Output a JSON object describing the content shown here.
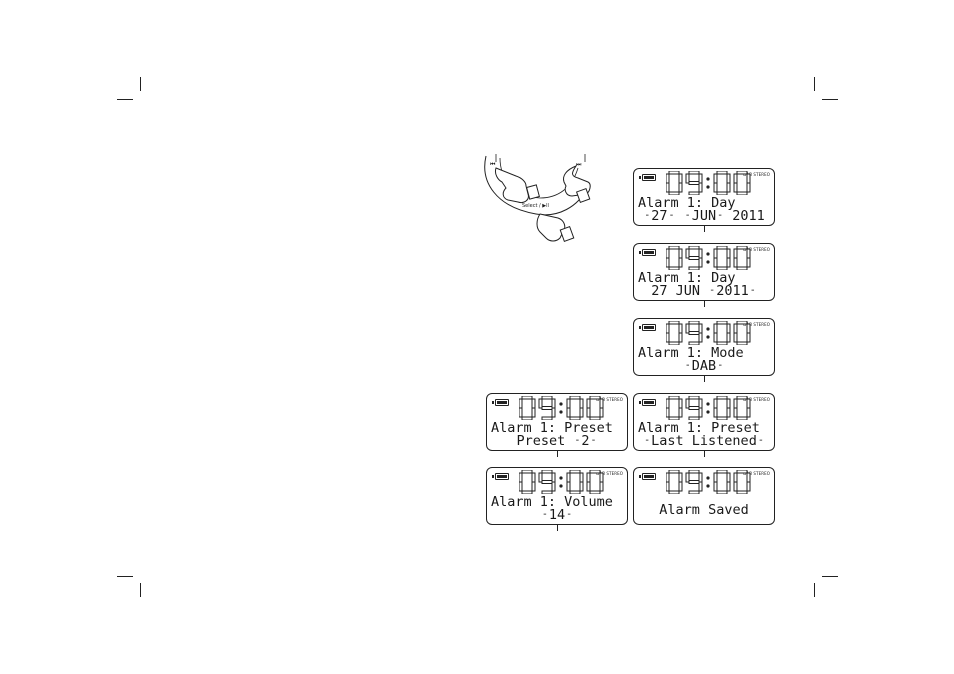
{
  "time_display": "09:00",
  "dab_stereo_indicator": "DAB STEREO",
  "control_labels": {
    "prev_icon": "⏮",
    "next_icon": "⏭",
    "select_label": "Select / ▶ll"
  },
  "screens": [
    {
      "line1": "Alarm 1: Day",
      "line2": "27 JUN 2011"
    },
    {
      "line1": "Alarm 1: Day",
      "line2": "27 JUN 2011"
    },
    {
      "line1": "Alarm 1: Mode",
      "line2": "DAB"
    },
    {
      "line1": "Alarm 1: Preset",
      "line2": "Preset 2"
    },
    {
      "line1": "Alarm 1: Preset",
      "line2": "Last Listened"
    },
    {
      "line1": "Alarm 1: Volume",
      "line2": "14"
    },
    {
      "line1": "",
      "line2": "Alarm Saved"
    }
  ]
}
